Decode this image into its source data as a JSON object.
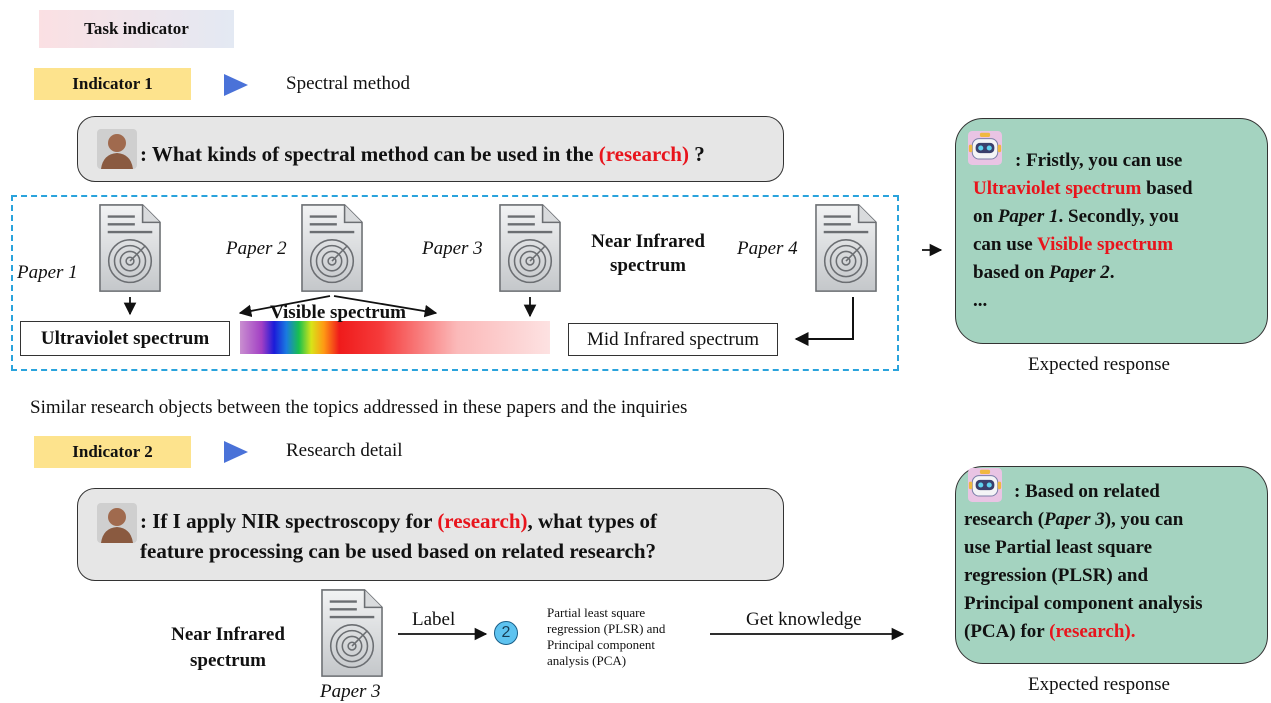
{
  "task_indicator": "Task indicator",
  "indicator1": {
    "tag": "Indicator 1",
    "title": "Spectral method",
    "question_prefix": ": What kinds of spectral method can be used in the ",
    "question_highlight": "(research)",
    "question_suffix": " ?",
    "papers": [
      "Paper 1",
      "Paper 2",
      "Paper 3",
      "Paper 4"
    ],
    "paper3_label": [
      "Near Infrared",
      "spectrum"
    ],
    "box_ultraviolet": "Ultraviolet spectrum",
    "visible_label": "Visible spectrum",
    "box_mid_infrared": "Mid Infrared spectrum",
    "similarity_caption": "Similar research objects between the topics addressed in these papers and the inquiries",
    "answer": {
      "l1": ": Fristly, you can use",
      "l2_red": "Ultraviolet spectrum",
      "l2_rest": " based",
      "l3_a": "on ",
      "l3_paper": "Paper 1",
      "l3_b": ". Secondly, you",
      "l4_a": "can use ",
      "l4_red": "Visible spectrum",
      "l5_a": "based on ",
      "l5_paper": "Paper 2",
      "l5_b": ".",
      "l6": "..."
    },
    "expected": "Expected response"
  },
  "indicator2": {
    "tag": "Indicator 2",
    "title": "Research detail",
    "question_l1_prefix": ": If I apply NIR spectroscopy for ",
    "question_l1_highlight": "(research)",
    "question_l1_suffix": ", what types of",
    "question_l2": "feature processing can be used based on related research?",
    "nir_label": [
      "Near Infrared",
      "spectrum"
    ],
    "paper": "Paper 3",
    "label_text": "Label",
    "circle_number": "2",
    "methods": [
      "Partial least square",
      "regression (PLSR) and",
      "Principal component",
      "analysis (PCA)"
    ],
    "get_knowledge": "Get knowledge",
    "answer": {
      "l1": ": Based on related",
      "l2_a": "research (",
      "l2_paper": "Paper 3",
      "l2_b": "), you can",
      "l3": "use Partial least square",
      "l4": "regression (PLSR) and",
      "l5": "Principal component analysis",
      "l6_a": "(PCA) for ",
      "l6_red": "(research)."
    },
    "expected": "Expected response"
  },
  "colors": {
    "accent_red": "#e8141c",
    "answer_bg": "#a4d3c0",
    "question_bg": "#e6e6e6",
    "indicator_bg": "#fde38d",
    "dashed_border": "#2aa3dc",
    "play_icon": "#4a72d8"
  }
}
